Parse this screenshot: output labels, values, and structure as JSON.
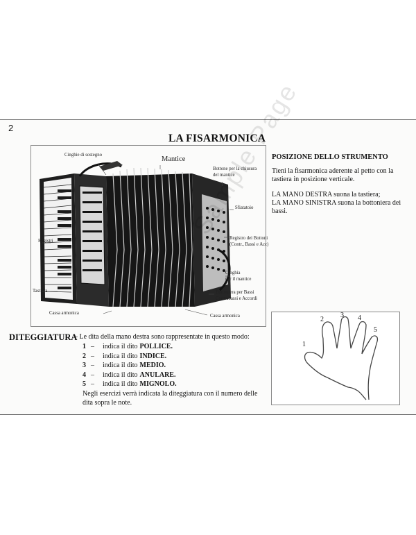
{
  "page_number": "2",
  "title": "LA FISARMONICA",
  "diagram": {
    "labels": {
      "cinghie": "Cinghie di sostegno",
      "mantice": "Mantice",
      "bottone_line1": "Bottone per la chiusura",
      "bottone_line2": "del mantice",
      "sfiatatoio": "Sfiatatoio",
      "registri": "Registri",
      "registro_bottoni_line1": "Registro dei Bottoni",
      "registro_bottoni_line2": "(Contr., Bassi e Acc)",
      "cinghia_line1": "Cinghia",
      "cinghia_line2": "per il mantice",
      "tastiera": "Tastiera",
      "bottoniera_line1": "Bottoniera per Bassi",
      "bottoniera_line2": "Contrabassi e Accordi",
      "cassa_left": "Cassa armonica",
      "cassa_right": "Cassa armonica"
    }
  },
  "posizione": {
    "heading": "POSIZIONE DELLO STRUMENTO",
    "p1": "Tieni la fisarmonica aderente al petto con la tastiera in posizione verticale.",
    "p2_line1": "LA MANO DESTRA suona la tastiera;",
    "p2_line2": "LA MANO SINISTRA suona la bottoniera dei bassi."
  },
  "hand": {
    "numbers": [
      "1",
      "2",
      "3",
      "4",
      "5"
    ]
  },
  "diteggiatura": {
    "heading": "DITEGGIATURA",
    "intro": "– Le dita della mano destra sono rappresentate in questo modo:",
    "fingers": [
      {
        "num": "1",
        "dash": "–",
        "text": "indica il dito",
        "name": "POLLICE."
      },
      {
        "num": "2",
        "dash": "–",
        "text": "indica il dito",
        "name": "INDICE."
      },
      {
        "num": "3",
        "dash": "–",
        "text": "indica il dito",
        "name": "MEDIO."
      },
      {
        "num": "4",
        "dash": "–",
        "text": "indica il dito",
        "name": "ANULARE."
      },
      {
        "num": "5",
        "dash": "–",
        "text": "indica il dito",
        "name": "MIGNOLO."
      }
    ],
    "note": "Negli esercizi verrà indicata la diteggiatura con il numero delle dita sopra le note."
  },
  "watermark": "Sample Page"
}
